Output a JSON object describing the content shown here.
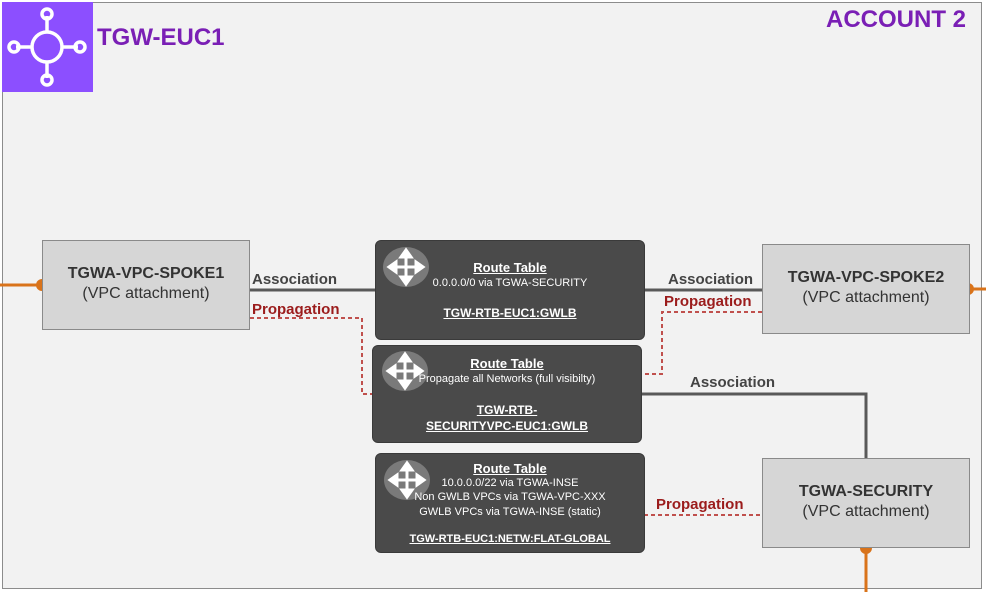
{
  "header": {
    "gateway_name": "TGW-EUC1",
    "account_label": "ACCOUNT 2",
    "gateway_icon": "transit-gateway-icon"
  },
  "attachments": {
    "spoke1": {
      "name": "TGWA-VPC-SPOKE1",
      "type": "(VPC attachment)"
    },
    "spoke2": {
      "name": "TGWA-VPC-SPOKE2",
      "type": "(VPC attachment)"
    },
    "security": {
      "name": "TGWA-SECURITY",
      "type": "(VPC attachment)"
    }
  },
  "route_tables": {
    "gwlb": {
      "title": "Route Table",
      "lines": [
        "0.0.0.0/0 via TGWA-SECURITY"
      ],
      "name": "TGW-RTB-EUC1:GWLB"
    },
    "security": {
      "title": "Route Table",
      "lines": [
        "Propagate all Networks (full visibilty)"
      ],
      "name_line1": "TGW-RTB-",
      "name_line2": "SECURITYVPC-EUC1:GWLB"
    },
    "flat": {
      "title": "Route Table",
      "lines": [
        "10.0.0.0/22 via TGWA-INSE",
        "Non GWLB VPCs via TGWA-VPC-XXX",
        "GWLB VPCs via TGWA-INSE (static)"
      ],
      "name": "TGW-RTB-EUC1:NETW:FLAT-GLOBAL"
    }
  },
  "connection_labels": {
    "spoke1_association": "Association",
    "spoke1_propagation": "Propagation",
    "spoke2_association": "Association",
    "spoke2_propagation": "Propagation",
    "security_association": "Association",
    "security_propagation": "Propagation"
  },
  "colors": {
    "accent_purple": "#7a1fb5",
    "icon_purple": "#8c4fff",
    "association_line": "#595959",
    "propagation_line": "#c0504d",
    "connector_orange": "#d9731a",
    "route_table_bg": "#4a4a4a"
  }
}
